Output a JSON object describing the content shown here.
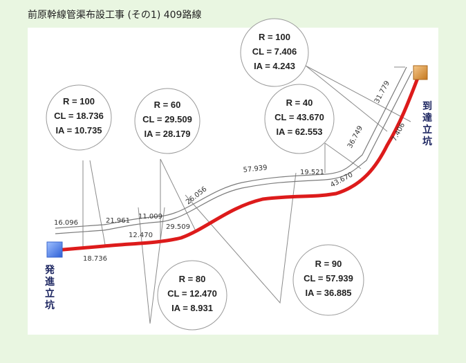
{
  "title": "前原幹線管渠布設工事 (その1)  409路線",
  "shafts": {
    "start": [
      "発",
      "進",
      "立",
      "坑"
    ],
    "end": [
      "到",
      "達",
      "立",
      "坑"
    ]
  },
  "curves": [
    {
      "r": "R = 100",
      "cl": "CL =  18.736",
      "ia": "IA = 10.735"
    },
    {
      "r": "R = 60",
      "cl": "CL =  29.509",
      "ia": "IA = 28.179"
    },
    {
      "r": "R = 80",
      "cl": "CL =  12.470",
      "ia": "IA = 8.931"
    },
    {
      "r": "R = 40",
      "cl": "CL =  43.670",
      "ia": "IA = 62.553"
    },
    {
      "r": "R = 90",
      "cl": "CL =  57.939",
      "ia": "IA = 36.885"
    },
    {
      "r": "R = 100",
      "cl": "CL =  7.406",
      "ia": "IA = 4.243"
    }
  ],
  "segments": {
    "upper": [
      "16.096",
      "21.961",
      "11.009",
      "26.056",
      "57.939",
      "19.521",
      "36.749",
      "31.779"
    ],
    "lower": [
      "18.736",
      "12.470",
      "29.509",
      "43.670",
      "7.406"
    ]
  },
  "colors": {
    "route": "#dd1b1b",
    "reference": "#7a7a7a",
    "start_shaft": "#4a78e6",
    "end_shaft": "#d9902e",
    "shaft_text": "#1c2560"
  }
}
